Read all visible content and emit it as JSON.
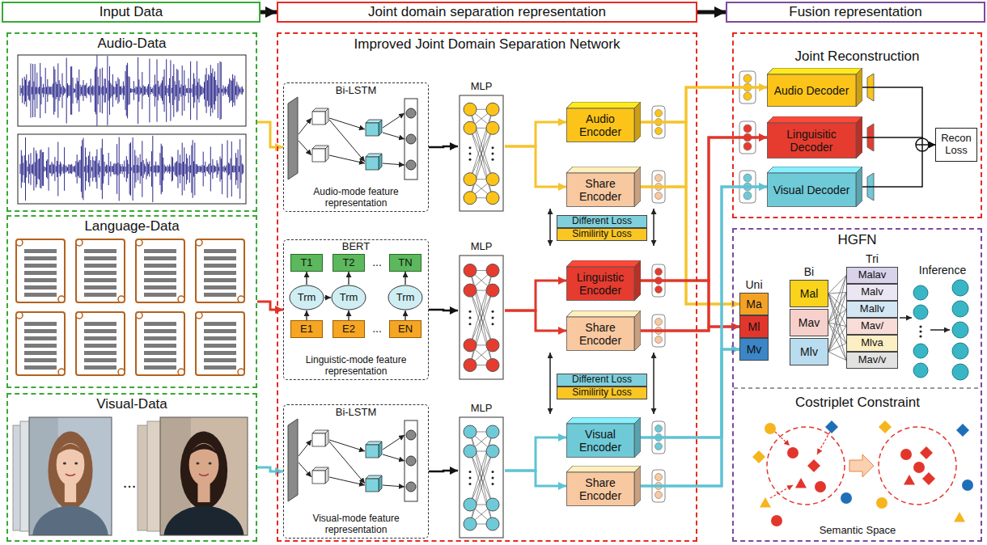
{
  "diagram": {
    "nodes": [
      {
        "text": [
          "Input Data"
        ]
      },
      {
        "text": [
          "Joint domain separation representation"
        ]
      },
      {
        "text": [
          "Fusion representation"
        ]
      },
      {
        "text": [
          "Audio-Data"
        ]
      },
      {
        "text": [
          "Language-Data"
        ]
      },
      {
        "text": [
          "Visual-Data"
        ]
      },
      {
        "text": [
          "Improved Joint Domain Separation Network"
        ]
      },
      {
        "text": [
          "Bi-LSTM",
          "Audio-mode feature representation"
        ],
        "in": 6
      },
      {
        "text": [
          "MLP"
        ],
        "in": 6
      },
      {
        "text": [
          "Audio Encoder"
        ],
        "in": 6
      },
      {
        "text": [
          "Share Encoder"
        ],
        "in": 6
      },
      {
        "text": [
          "Different Loss"
        ],
        "in": 6
      },
      {
        "text": [
          "Similirity Loss"
        ],
        "in": 6
      },
      {
        "text": [
          "BERT",
          "Linguistic-mode feature representation"
        ],
        "in": 6
      },
      {
        "text": [
          "T1"
        ],
        "in": 13
      },
      {
        "text": [
          "T2"
        ],
        "in": 13
      },
      {
        "text": [
          "TN"
        ],
        "in": 13
      },
      {
        "text": [
          "Trm"
        ],
        "in": 13
      },
      {
        "text": [
          "Trm"
        ],
        "in": 13
      },
      {
        "text": [
          "Trm"
        ],
        "in": 13
      },
      {
        "text": [
          "E1"
        ],
        "in": 13
      },
      {
        "text": [
          "E2"
        ],
        "in": 13
      },
      {
        "text": [
          "EN"
        ],
        "in": 13
      },
      {
        "text": [
          "MLP"
        ],
        "in": 6
      },
      {
        "text": [
          "Linguistic Encoder"
        ],
        "in": 6
      },
      {
        "text": [
          "Share Encoder"
        ],
        "in": 6
      },
      {
        "text": [
          "Different Loss"
        ],
        "in": 6
      },
      {
        "text": [
          "Similirity Loss"
        ],
        "in": 6
      },
      {
        "text": [
          "Bi-LSTM",
          "Visual-mode feature representation"
        ],
        "in": 6
      },
      {
        "text": [
          "MLP"
        ],
        "in": 6
      },
      {
        "text": [
          "Visual Encoder"
        ],
        "in": 6
      },
      {
        "text": [
          "Share Encoder"
        ],
        "in": 6
      },
      {
        "text": [
          "Joint Reconstruction"
        ]
      },
      {
        "text": [
          "Audio Decoder"
        ],
        "in": 32
      },
      {
        "text": [
          "Linguisitic Decoder"
        ],
        "in": 32
      },
      {
        "text": [
          "Visual Decoder"
        ],
        "in": 32
      },
      {
        "text": [
          "Recon Loss"
        ],
        "in": 32
      },
      {
        "text": [
          "HGFN"
        ]
      },
      {
        "text": [
          "Ma"
        ],
        "in": 37
      },
      {
        "text": [
          "Ml"
        ],
        "in": 37
      },
      {
        "text": [
          "Mv"
        ],
        "in": 37
      },
      {
        "text": [
          "Mal"
        ],
        "in": 37
      },
      {
        "text": [
          "Mav"
        ],
        "in": 37
      },
      {
        "text": [
          "Mlv"
        ],
        "in": 37
      },
      {
        "text": [
          "Malav"
        ],
        "in": 37
      },
      {
        "text": [
          "Malv"
        ],
        "in": 37
      },
      {
        "text": [
          "Mallv"
        ],
        "in": 37
      },
      {
        "text": [
          "Mav/"
        ],
        "in": 37
      },
      {
        "text": [
          "Mlva"
        ],
        "in": 37
      },
      {
        "text": [
          "Mav/v"
        ],
        "in": 37
      },
      {
        "text": [
          "Costriplet Constraint",
          "Semantic Space"
        ],
        "in": 37
      }
    ],
    "edges": [
      {
        "from": 0,
        "to": 1,
        "arrow": "to"
      },
      {
        "from": 1,
        "to": 2,
        "arrow": "to"
      },
      {
        "from": 3,
        "to": 7,
        "arrow": "to"
      },
      {
        "from": 4,
        "to": 13,
        "arrow": "to"
      },
      {
        "from": 5,
        "to": 28,
        "arrow": "to"
      },
      {
        "from": 7,
        "to": 8,
        "arrow": "to"
      },
      {
        "from": 13,
        "to": 23,
        "arrow": "to"
      },
      {
        "from": 28,
        "to": 29,
        "arrow": "to"
      },
      {
        "from": 8,
        "to": 9,
        "arrow": "to"
      },
      {
        "from": 8,
        "to": 10,
        "arrow": "to"
      },
      {
        "from": 23,
        "to": 24,
        "arrow": "to"
      },
      {
        "from": 23,
        "to": 25,
        "arrow": "to"
      },
      {
        "from": 29,
        "to": 30,
        "arrow": "to"
      },
      {
        "from": 29,
        "to": 31,
        "arrow": "to"
      },
      {
        "from": 9,
        "to": 33,
        "arrow": "to"
      },
      {
        "from": 10,
        "to": 33,
        "arrow": "to"
      },
      {
        "from": 9,
        "to": 38,
        "arrow": "to"
      },
      {
        "from": 10,
        "to": 38,
        "arrow": "to"
      },
      {
        "from": 24,
        "to": 34,
        "arrow": "to"
      },
      {
        "from": 25,
        "to": 34,
        "arrow": "to"
      },
      {
        "from": 24,
        "to": 39,
        "arrow": "to"
      },
      {
        "from": 25,
        "to": 39,
        "arrow": "to"
      },
      {
        "from": 30,
        "to": 35,
        "arrow": "to"
      },
      {
        "from": 31,
        "to": 35,
        "arrow": "to"
      },
      {
        "from": 30,
        "to": 40,
        "arrow": "to"
      },
      {
        "from": 31,
        "to": 40,
        "arrow": "to"
      },
      {
        "from": 20,
        "to": 17,
        "arrow": "to"
      },
      {
        "from": 21,
        "to": 18,
        "arrow": "to"
      },
      {
        "from": 22,
        "to": 19,
        "arrow": "to"
      },
      {
        "from": 17,
        "to": 14,
        "arrow": "to"
      },
      {
        "from": 18,
        "to": 15,
        "arrow": "to"
      },
      {
        "from": 19,
        "to": 16,
        "arrow": "to"
      },
      {
        "from": 17,
        "to": 18,
        "arrow": "to"
      },
      {
        "from": 33,
        "to": 36,
        "arrow": "to"
      },
      {
        "from": 34,
        "to": 36,
        "arrow": "to"
      },
      {
        "from": 35,
        "to": 36,
        "arrow": "to"
      },
      {
        "from": 41,
        "to": 44,
        "arrow": "none"
      },
      {
        "from": 41,
        "to": 45,
        "arrow": "none"
      },
      {
        "from": 41,
        "to": 46,
        "arrow": "none"
      },
      {
        "from": 41,
        "to": 47,
        "arrow": "none"
      },
      {
        "from": 41,
        "to": 48,
        "arrow": "none"
      },
      {
        "from": 41,
        "to": 49,
        "arrow": "none"
      },
      {
        "from": 42,
        "to": 44,
        "arrow": "none"
      },
      {
        "from": 42,
        "to": 45,
        "arrow": "none"
      },
      {
        "from": 42,
        "to": 46,
        "arrow": "none"
      },
      {
        "from": 42,
        "to": 47,
        "arrow": "none"
      },
      {
        "from": 42,
        "to": 48,
        "arrow": "none"
      },
      {
        "from": 42,
        "to": 49,
        "arrow": "none"
      },
      {
        "from": 43,
        "to": 44,
        "arrow": "none"
      },
      {
        "from": 43,
        "to": 45,
        "arrow": "none"
      },
      {
        "from": 43,
        "to": 46,
        "arrow": "none"
      },
      {
        "from": 43,
        "to": 47,
        "arrow": "none"
      },
      {
        "from": 43,
        "to": 48,
        "arrow": "none"
      },
      {
        "from": 43,
        "to": 49,
        "arrow": "none"
      }
    ],
    "labels": [
      "...",
      "...",
      "...",
      "Uni",
      "Bi",
      "Tri",
      "Inference"
    ]
  }
}
